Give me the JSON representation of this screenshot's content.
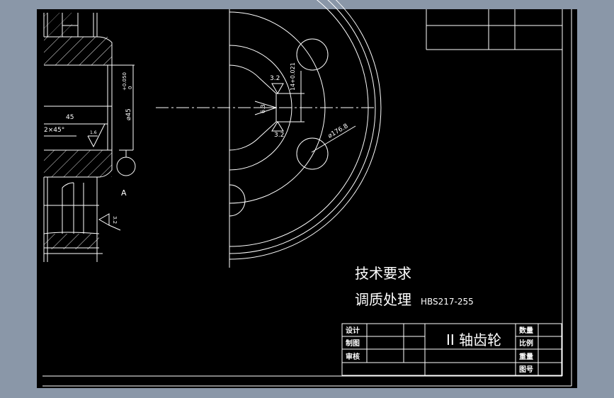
{
  "colors": {
    "background": "#8a97a8",
    "paper": "#000000",
    "lines": "#ffffff"
  },
  "section_view": {
    "chamfer": "2×45°",
    "length_dim": "45",
    "bore_dim": "⌀45",
    "bore_tol_upper": "+0.050",
    "bore_tol_lower": "0",
    "roughness_bore": "1.6",
    "roughness_face": "3.2",
    "datum_label": "A"
  },
  "front_view": {
    "keyway_width": "14+0.021",
    "keyway_depth": "6.3",
    "roughness_top": "3.2",
    "roughness_bottom": "3.2",
    "bolt_circle_dim": "⌀176.8"
  },
  "notes": {
    "heading": "技术要求",
    "line1": "调质处理",
    "line1_spec": "HBS217-255"
  },
  "title_block": {
    "part_name": "II 轴齿轮",
    "labels": {
      "design": "设计",
      "drawing": "制图",
      "review": "审核",
      "quantity": "数量",
      "scale": "比例",
      "weight": "重量",
      "drawing_no": "图号"
    }
  }
}
